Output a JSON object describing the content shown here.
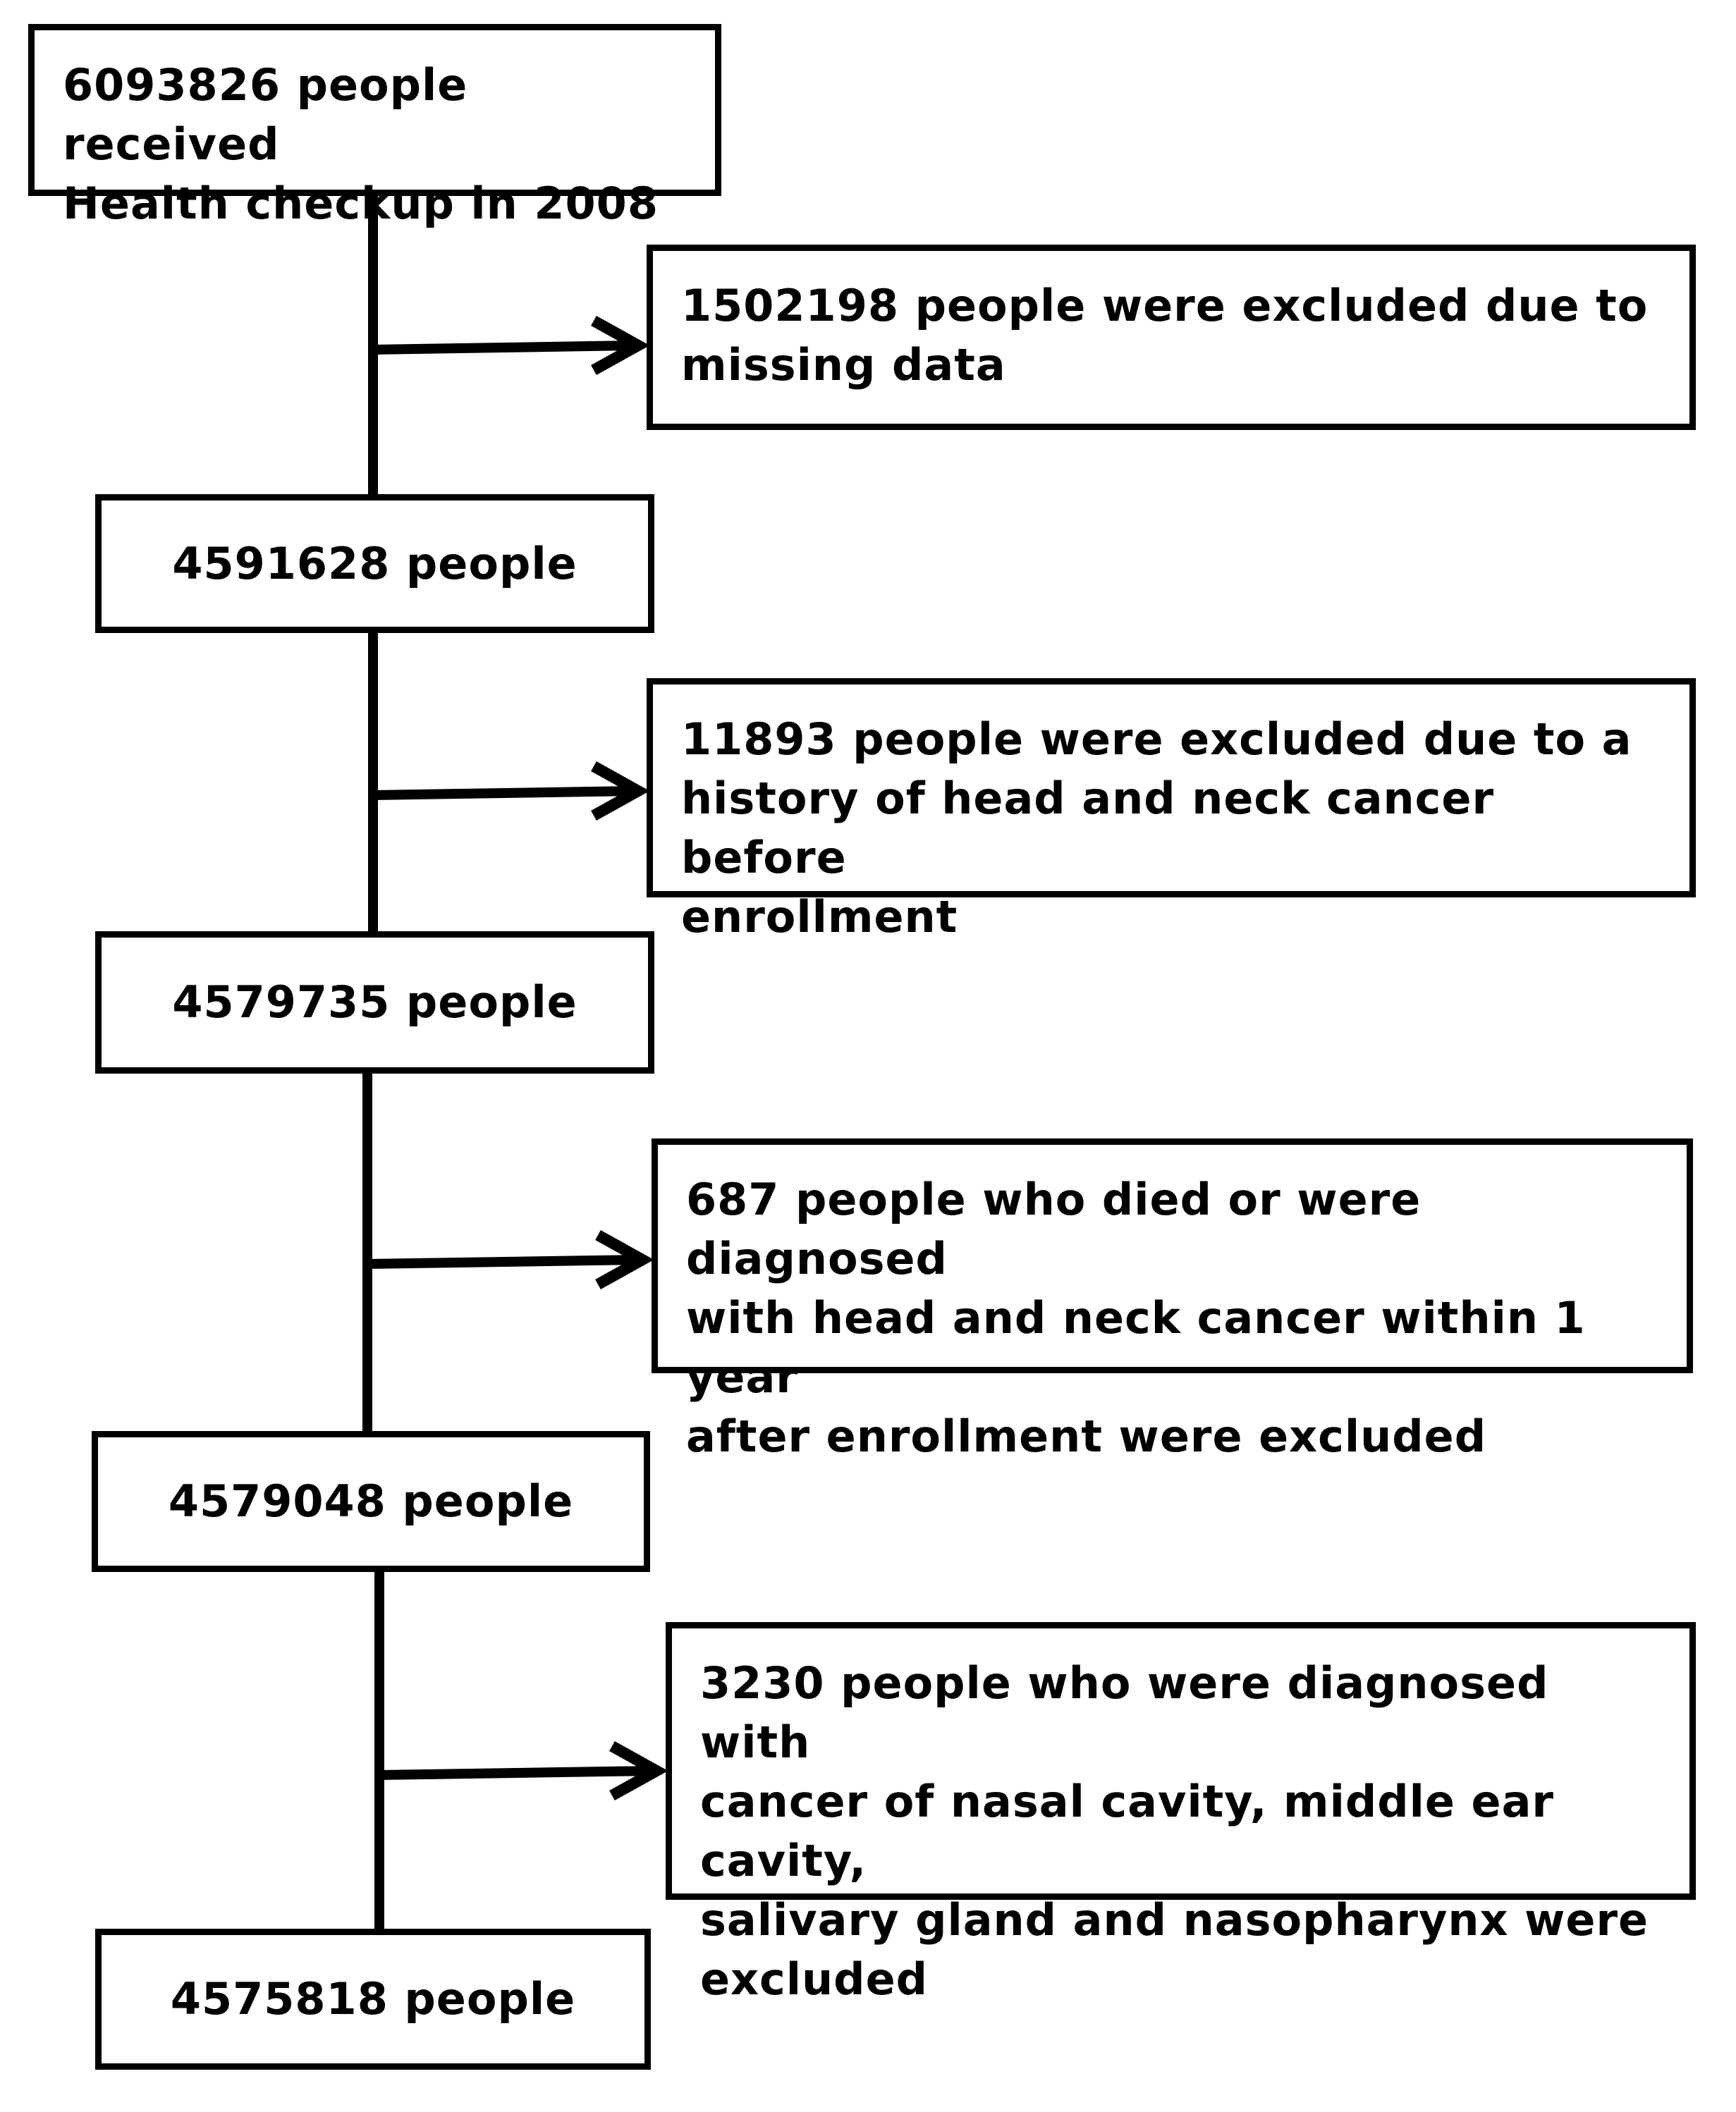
{
  "flowchart": {
    "start": {
      "text": "6093826 people received\nHealth checkup in 2008"
    },
    "steps": [
      {
        "exclusion": "1502198 people were excluded due to\nmissing data",
        "remaining": "4591628 people"
      },
      {
        "exclusion": "11893 people were excluded due to a\nhistory of head and neck cancer before\nenrollment",
        "remaining": "4579735 people"
      },
      {
        "exclusion": "687 people who died or were diagnosed\nwith head and neck cancer within 1 year\nafter enrollment were excluded",
        "remaining": "4579048 people"
      },
      {
        "exclusion": "3230 people who were diagnosed with\ncancer of nasal cavity, middle ear cavity,\nsalivary gland and nasopharynx were\nexcluded",
        "remaining": "4575818 people"
      }
    ]
  },
  "colors": {
    "line": "#000000",
    "box_border": "#000000",
    "background": "#ffffff",
    "text": "#000000"
  }
}
